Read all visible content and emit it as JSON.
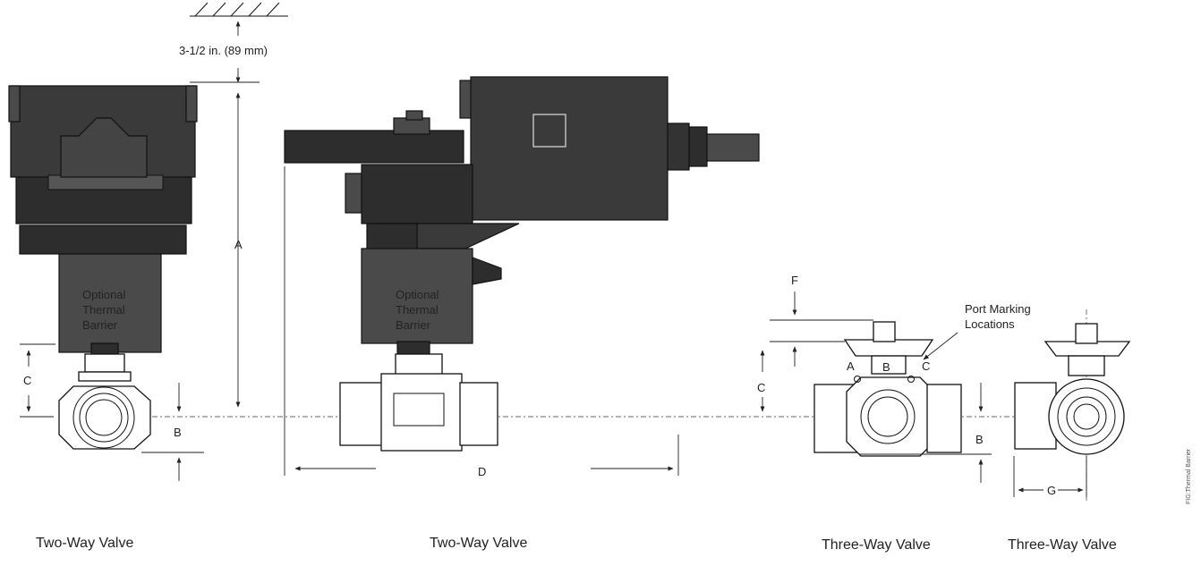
{
  "clearance": {
    "label": "3-1/2 in. (89 mm)"
  },
  "barrier_left": {
    "line1": "Optional",
    "line2": "Thermal",
    "line3": "Barrier"
  },
  "barrier_mid": {
    "line1": "Optional",
    "line2": "Thermal",
    "line3": "Barrier"
  },
  "port_marking": {
    "line1": "Port Marking",
    "line2": "Locations"
  },
  "dimensions": {
    "a": "A",
    "b": "B",
    "c": "C",
    "d": "D",
    "f": "F",
    "g": "G"
  },
  "ports": {
    "a": "A",
    "b": "B",
    "c": "C"
  },
  "captions": {
    "two_way_1": "Two-Way Valve",
    "two_way_2": "Two-Way Valve",
    "three_way_1": "Three-Way Valve",
    "three_way_2": "Three-Way Valve"
  },
  "figure_id": "FIG:Thermal Barrier"
}
